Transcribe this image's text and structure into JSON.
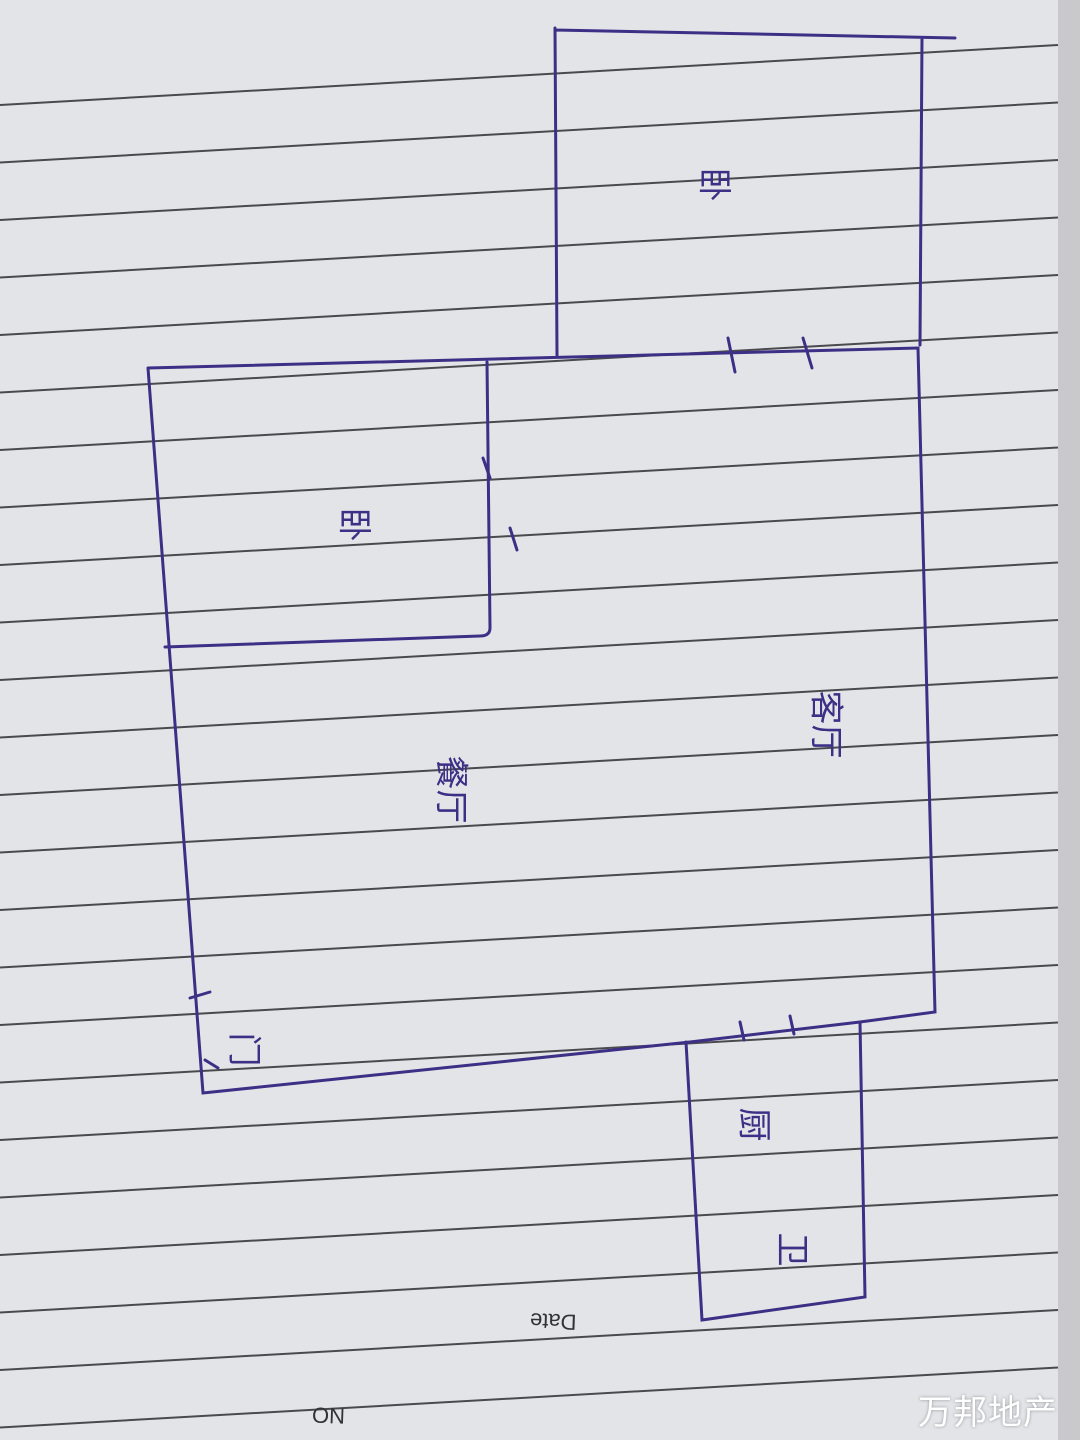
{
  "plan": {
    "rooms": [
      {
        "id": "bedroom-1",
        "label": "卧"
      },
      {
        "id": "bedroom-2",
        "label": "卧"
      },
      {
        "id": "living-room",
        "label": "客厅"
      },
      {
        "id": "dining-room",
        "label": "餐厅"
      },
      {
        "id": "entrance-door",
        "label": "门"
      },
      {
        "id": "kitchen",
        "label": "厨"
      },
      {
        "id": "bathroom",
        "label": "卫"
      }
    ],
    "ink_color": "#3d2f86"
  },
  "notebook": {
    "date_label": "Date",
    "no_label": "NO"
  },
  "watermark": "万邦地产"
}
